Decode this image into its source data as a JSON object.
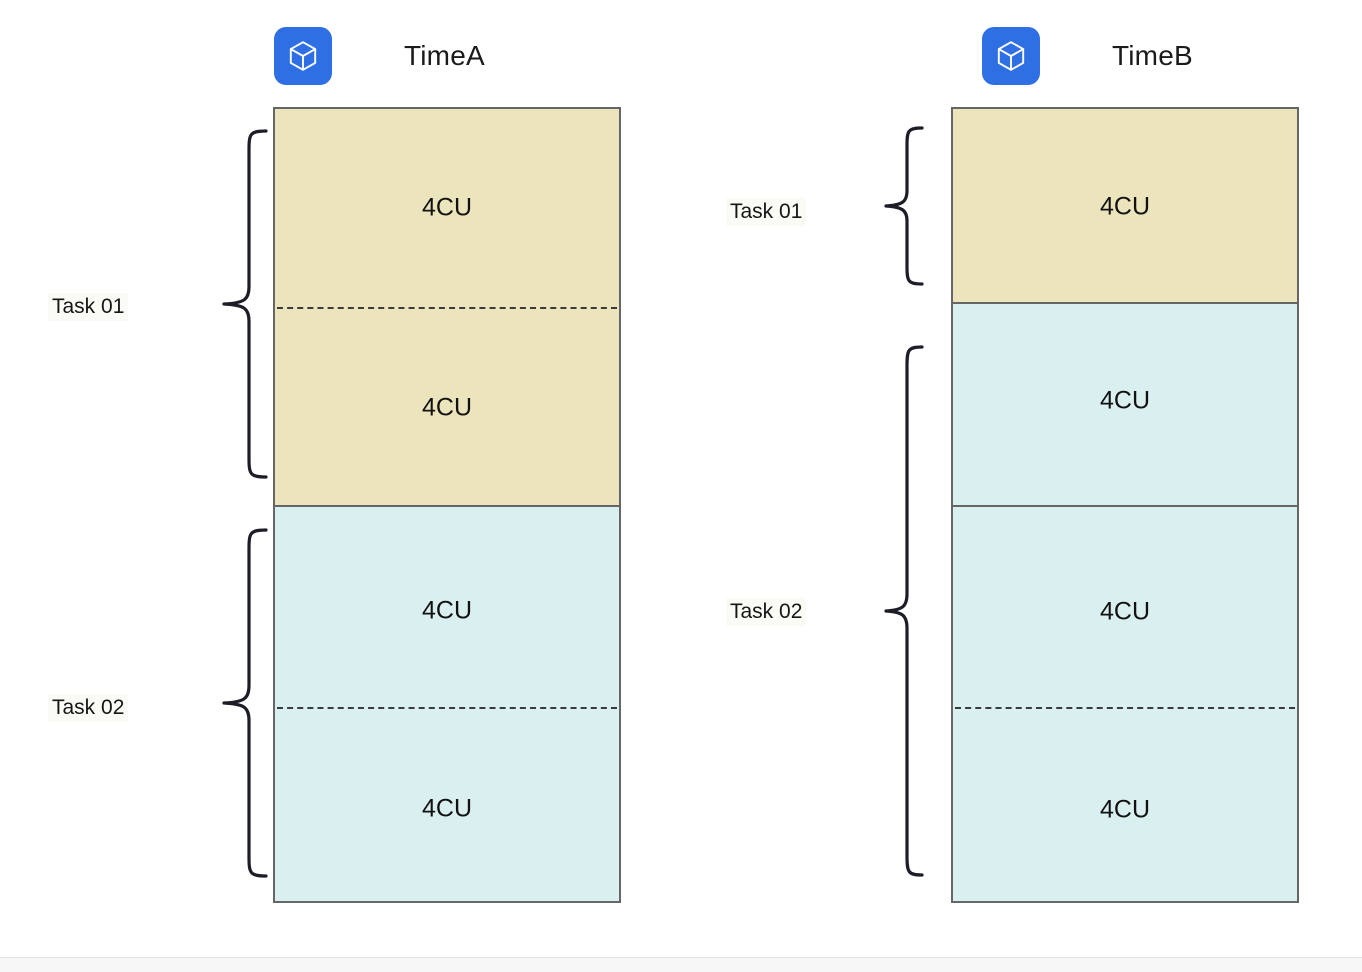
{
  "diagram": {
    "title_hidden": "",
    "columns": [
      {
        "id": "timeA",
        "icon_name": "cube-icon",
        "title": "TimeA",
        "segments": [
          {
            "id": "a-seg-1",
            "color_name": "yellow",
            "label": "4CU"
          },
          {
            "id": "a-seg-2",
            "color_name": "yellow",
            "label": "4CU"
          },
          {
            "id": "a-seg-3",
            "color_name": "blue",
            "label": "4CU"
          },
          {
            "id": "a-seg-4",
            "color_name": "blue",
            "label": "4CU"
          }
        ],
        "tasks": [
          {
            "id": "a-task-1",
            "label": "Task 01"
          },
          {
            "id": "a-task-2",
            "label": "Task 02"
          }
        ]
      },
      {
        "id": "timeB",
        "icon_name": "cube-icon",
        "title": "TimeB",
        "segments": [
          {
            "id": "b-seg-1",
            "color_name": "yellow",
            "label": "4CU"
          },
          {
            "id": "b-seg-2",
            "color_name": "blue",
            "label": "4CU"
          },
          {
            "id": "b-seg-3",
            "color_name": "blue",
            "label": "4CU"
          },
          {
            "id": "b-seg-4",
            "color_name": "blue",
            "label": "4CU"
          }
        ],
        "tasks": [
          {
            "id": "b-task-1",
            "label": "Task 01"
          },
          {
            "id": "b-task-2",
            "label": "Task 02"
          }
        ]
      }
    ],
    "colors": {
      "badge_blue": "#2f6fe4",
      "segment_yellow": "#ece4bd",
      "segment_blue": "#daeff0",
      "stroke_gray": "#666666",
      "brace_ink": "#1d1d28",
      "text": "#161616",
      "page_background": "#ffffff"
    }
  }
}
